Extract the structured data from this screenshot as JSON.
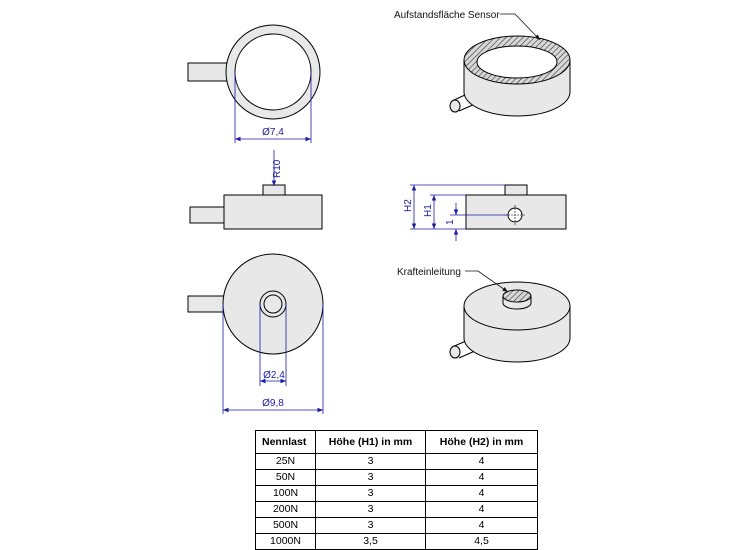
{
  "drawing": {
    "dimensions": {
      "d_top": "Ø7,4",
      "radius": "R10",
      "d_pin": "Ø2,4",
      "d_outer": "Ø9,8",
      "h2": "H2",
      "h1": "H1",
      "offset": "1"
    },
    "callouts": {
      "sensor_surface": "Aufstandsfläche Sensor",
      "force_input": "Krafteinleitung"
    }
  },
  "table": {
    "headers": [
      "Nennlast",
      "Höhe (H1) in mm",
      "Höhe (H2) in mm"
    ],
    "rows": [
      [
        "25N",
        "3",
        "4"
      ],
      [
        "50N",
        "3",
        "4"
      ],
      [
        "100N",
        "3",
        "4"
      ],
      [
        "200N",
        "3",
        "4"
      ],
      [
        "500N",
        "3",
        "4"
      ],
      [
        "1000N",
        "3,5",
        "4,5"
      ]
    ]
  },
  "colors": {
    "dimension": "#1a1aa6",
    "body_fill": "#e8e8e8",
    "line": "#000000"
  }
}
